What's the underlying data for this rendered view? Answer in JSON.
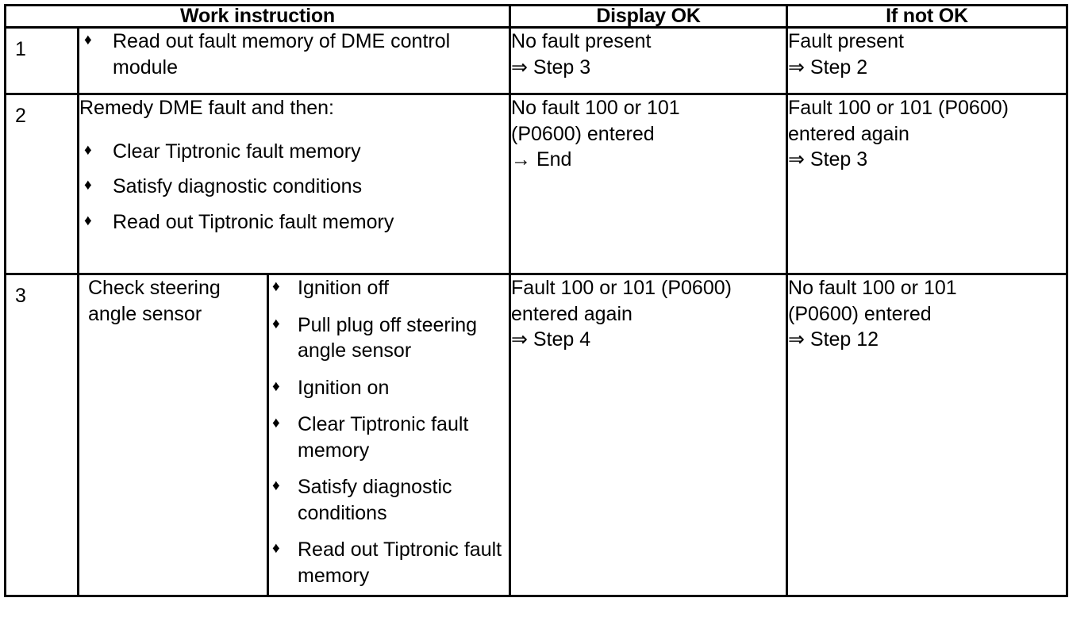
{
  "table": {
    "headers": {
      "work_instruction": "Work instruction",
      "display_ok": "Display OK",
      "if_not_ok": "If not OK"
    },
    "bullet_glyph": "♦",
    "rows": [
      {
        "number": "1",
        "instruction_bullets": [
          "Read out fault memory of DME control module"
        ],
        "display_ok": {
          "line1": "No fault present",
          "line2": "⇒ Step 3"
        },
        "if_not_ok": {
          "line1": "Fault present",
          "line2": "⇒ Step 2"
        }
      },
      {
        "number": "2",
        "lead_text": "Remedy DME fault and then:",
        "instruction_bullets": [
          "Clear Tiptronic fault memory",
          "Satisfy diagnostic conditions",
          "Read out Tiptronic fault memory"
        ],
        "display_ok": {
          "line1": "No fault 100 or 101",
          "line2": "(P0600) entered",
          "line3": "→ End"
        },
        "if_not_ok": {
          "line1": "Fault 100 or 101 (P0600)",
          "line2": "entered again",
          "line3": "⇒ Step 3"
        }
      },
      {
        "number": "3",
        "instruction_title": "Check steering angle sensor",
        "sub_bullets": [
          "Ignition off",
          "Pull plug off steering angle sensor",
          "Ignition on",
          "Clear Tiptronic fault memory",
          "Satisfy diagnostic conditions",
          "Read out Tiptronic fault memory"
        ],
        "display_ok": {
          "line1": "Fault 100 or 101 (P0600)",
          "line2": "entered again",
          "line3": "⇒ Step 4"
        },
        "if_not_ok": {
          "line1": "No fault 100 or 101",
          "line2": "(P0600) entered",
          "line3": "⇒ Step 12"
        }
      }
    ]
  },
  "colors": {
    "border": "#000000",
    "text": "#000000",
    "background": "#ffffff"
  }
}
